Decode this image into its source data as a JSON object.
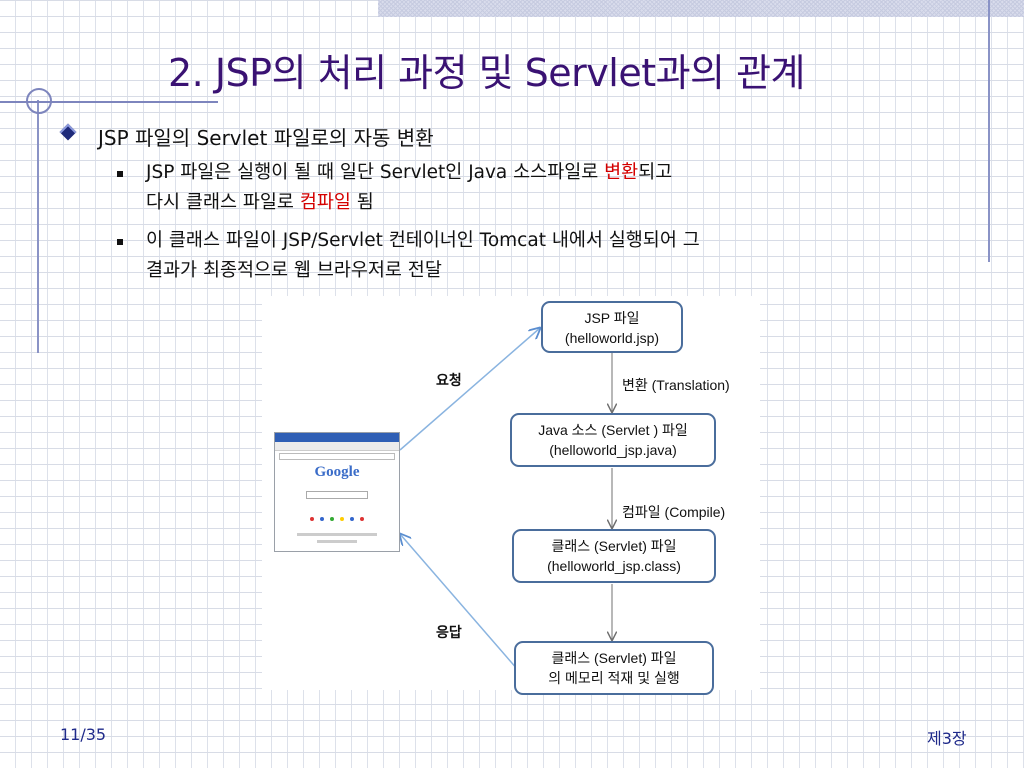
{
  "slide": {
    "title": "2. JSP의 처리 과정 및 Servlet과의 관계",
    "bullet1": "JSP 파일의 Servlet 파일로의 자동 변환",
    "sub1": {
      "line1_pre": "JSP 파일은 실행이 될 때 일단 Servlet인 Java 소스파일로 ",
      "line1_red": "변환",
      "line1_post": "되고",
      "line2_pre": "다시 클래스 파일로 ",
      "line2_red": "컴파일",
      "line2_post": " 됨"
    },
    "sub2": {
      "line1": "이 클래스 파일이 JSP/Servlet 컨테이너인 Tomcat 내에서 실행되어 그",
      "line2": "결과가 최종적으로 웹 브라우저로 전달"
    },
    "accent_red": "#d40000",
    "title_color": "#3a1273"
  },
  "diagram": {
    "box1": [
      "JSP 파일",
      "(helloworld.jsp)"
    ],
    "box2": [
      "Java 소스 (Servlet ) 파일",
      "(helloworld_jsp.java)"
    ],
    "box3": [
      "클래스 (Servlet) 파일",
      "(helloworld_jsp.class)"
    ],
    "box4": [
      "클래스 (Servlet) 파일",
      "의 메모리 적재 및 실행"
    ],
    "label_request": "요청",
    "label_response": "응답",
    "label_translation": "변환 (Translation)",
    "label_compile": "컴파일 (Compile)",
    "browser_logo": "Google"
  },
  "footer": {
    "page": "11/35",
    "chapter": "제3장"
  }
}
